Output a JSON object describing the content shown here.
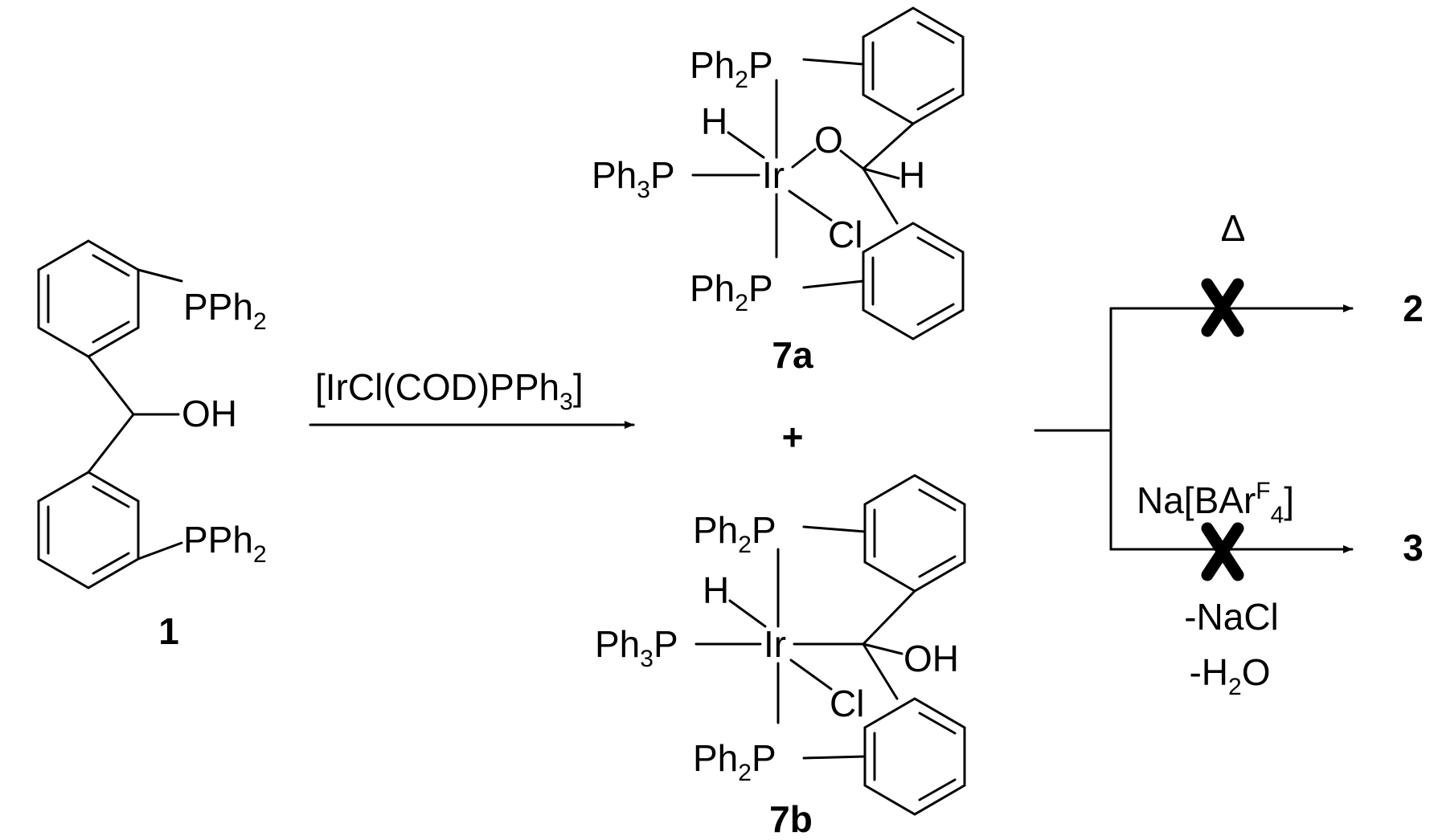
{
  "compounds": {
    "c1": {
      "id": "1",
      "substituent_top": "PPh",
      "substituent_bottom": "PPh",
      "sub2": "2",
      "oh": "OH"
    },
    "c7a": {
      "id": "7a",
      "ph2p": "Ph",
      "ph3p": "Ph",
      "sub2": "2",
      "sub3": "3",
      "p": "P",
      "h": "H",
      "o": "O",
      "ir": "Ir",
      "cl": "Cl"
    },
    "c7b": {
      "id": "7b",
      "ph2p": "Ph",
      "ph3p": "Ph",
      "sub2": "2",
      "sub3": "3",
      "p": "P",
      "h": "H",
      "oh": "OH",
      "ir": "Ir",
      "cl": "Cl"
    },
    "p2": {
      "id": "2"
    },
    "p3": {
      "id": "3"
    }
  },
  "reaction": {
    "reagent_main": "[IrCl(COD)PPh",
    "reagent_sub": "3",
    "reagent_close": "]",
    "plus": "+",
    "heat": "Δ",
    "na_reagent_a": "Na[BAr",
    "na_sup": "F",
    "na_sub": "4",
    "na_close": "]",
    "byproduct1": "-NaCl",
    "byproduct2_a": "-H",
    "byproduct2_sub": "2",
    "byproduct2_b": "O"
  },
  "colors": {
    "ink": "#000000",
    "background": "#ffffff"
  }
}
